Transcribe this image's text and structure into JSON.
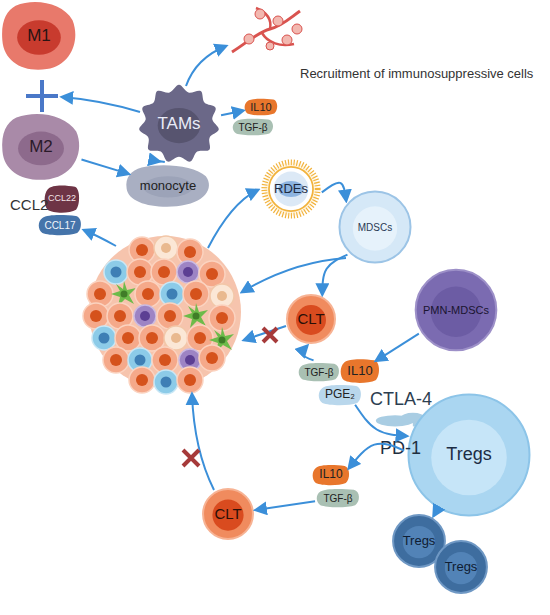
{
  "diagram": {
    "nodes": [
      {
        "text": [
          "M1"
        ]
      },
      {
        "text": [
          "M2"
        ]
      },
      {
        "text": [
          "TAMs"
        ]
      },
      {
        "text": [
          "IL10"
        ]
      },
      {
        "text": [
          "TGF-β"
        ]
      },
      {
        "text": [
          "CCL22"
        ]
      },
      {
        "text": [
          "CCL17"
        ]
      },
      {
        "text": [
          "monocyte"
        ]
      },
      {
        "text": [
          "RDEs"
        ]
      },
      {
        "text": [
          "MDSCs"
        ]
      },
      {
        "text": [
          "PMN-MDSCs"
        ]
      },
      {
        "text": [
          "CLT"
        ]
      },
      {
        "text": [
          "TGF-β"
        ]
      },
      {
        "text": [
          "IL10"
        ]
      },
      {
        "text": [
          "PGE₂"
        ]
      },
      {
        "text": [
          "CTLA-4"
        ]
      },
      {
        "text": [
          "PD-1"
        ]
      },
      {
        "text": [
          "Tregs"
        ]
      },
      {
        "text": [
          "Tregs"
        ]
      },
      {
        "text": [
          "Tregs"
        ]
      },
      {
        "text": [
          "IL10"
        ]
      },
      {
        "text": [
          "TGF-β"
        ]
      },
      {
        "text": [
          "CLT"
        ]
      }
    ],
    "edges": [
      {
        "from": 2,
        "to": 3,
        "arrow": "to"
      },
      {
        "from": 1,
        "to": 7,
        "arrow": "to"
      },
      {
        "from": 7,
        "to": 2,
        "arrow": "to"
      },
      {
        "from": 8,
        "to": 9,
        "arrow": "to"
      },
      {
        "from": 9,
        "to": 11,
        "arrow": "to"
      },
      {
        "from": 10,
        "to": 13,
        "arrow": "to"
      },
      {
        "from": 12,
        "to": 11,
        "arrow": "to"
      },
      {
        "from": 14,
        "to": 17,
        "arrow": "to"
      },
      {
        "from": 17,
        "to": 18,
        "arrow": "to"
      },
      {
        "from": 17,
        "to": 20,
        "arrow": "to"
      },
      {
        "from": 21,
        "to": 22,
        "arrow": "to"
      }
    ],
    "labels": [
      "Recruitment of immunosuppressive cells",
      "CCL2"
    ]
  }
}
